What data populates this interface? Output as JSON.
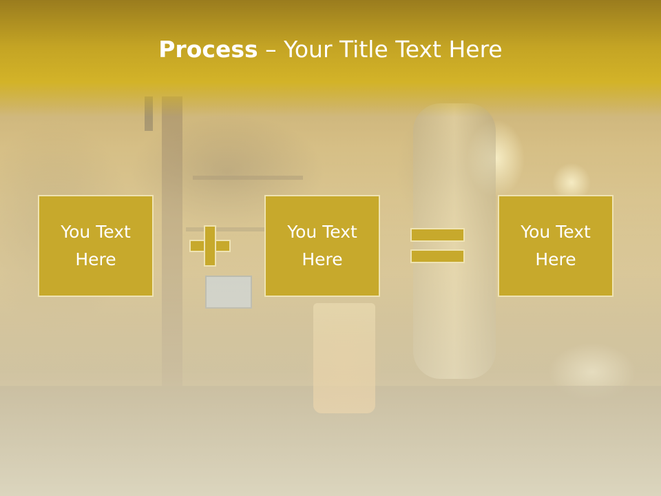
{
  "slide": {
    "title_bold": "Process",
    "title_rest": " – Your Title Text Here",
    "boxes": [
      {
        "label": "You Text\nHere"
      },
      {
        "label": "You Text\nHere"
      },
      {
        "label": "You Text\nHere"
      }
    ],
    "operators": [
      "plus-icon",
      "equals-icon"
    ],
    "colors": {
      "accent": "#c7a92c",
      "title_band": "#d3b328",
      "border": "#efe3b3",
      "text": "#ffffff"
    }
  }
}
